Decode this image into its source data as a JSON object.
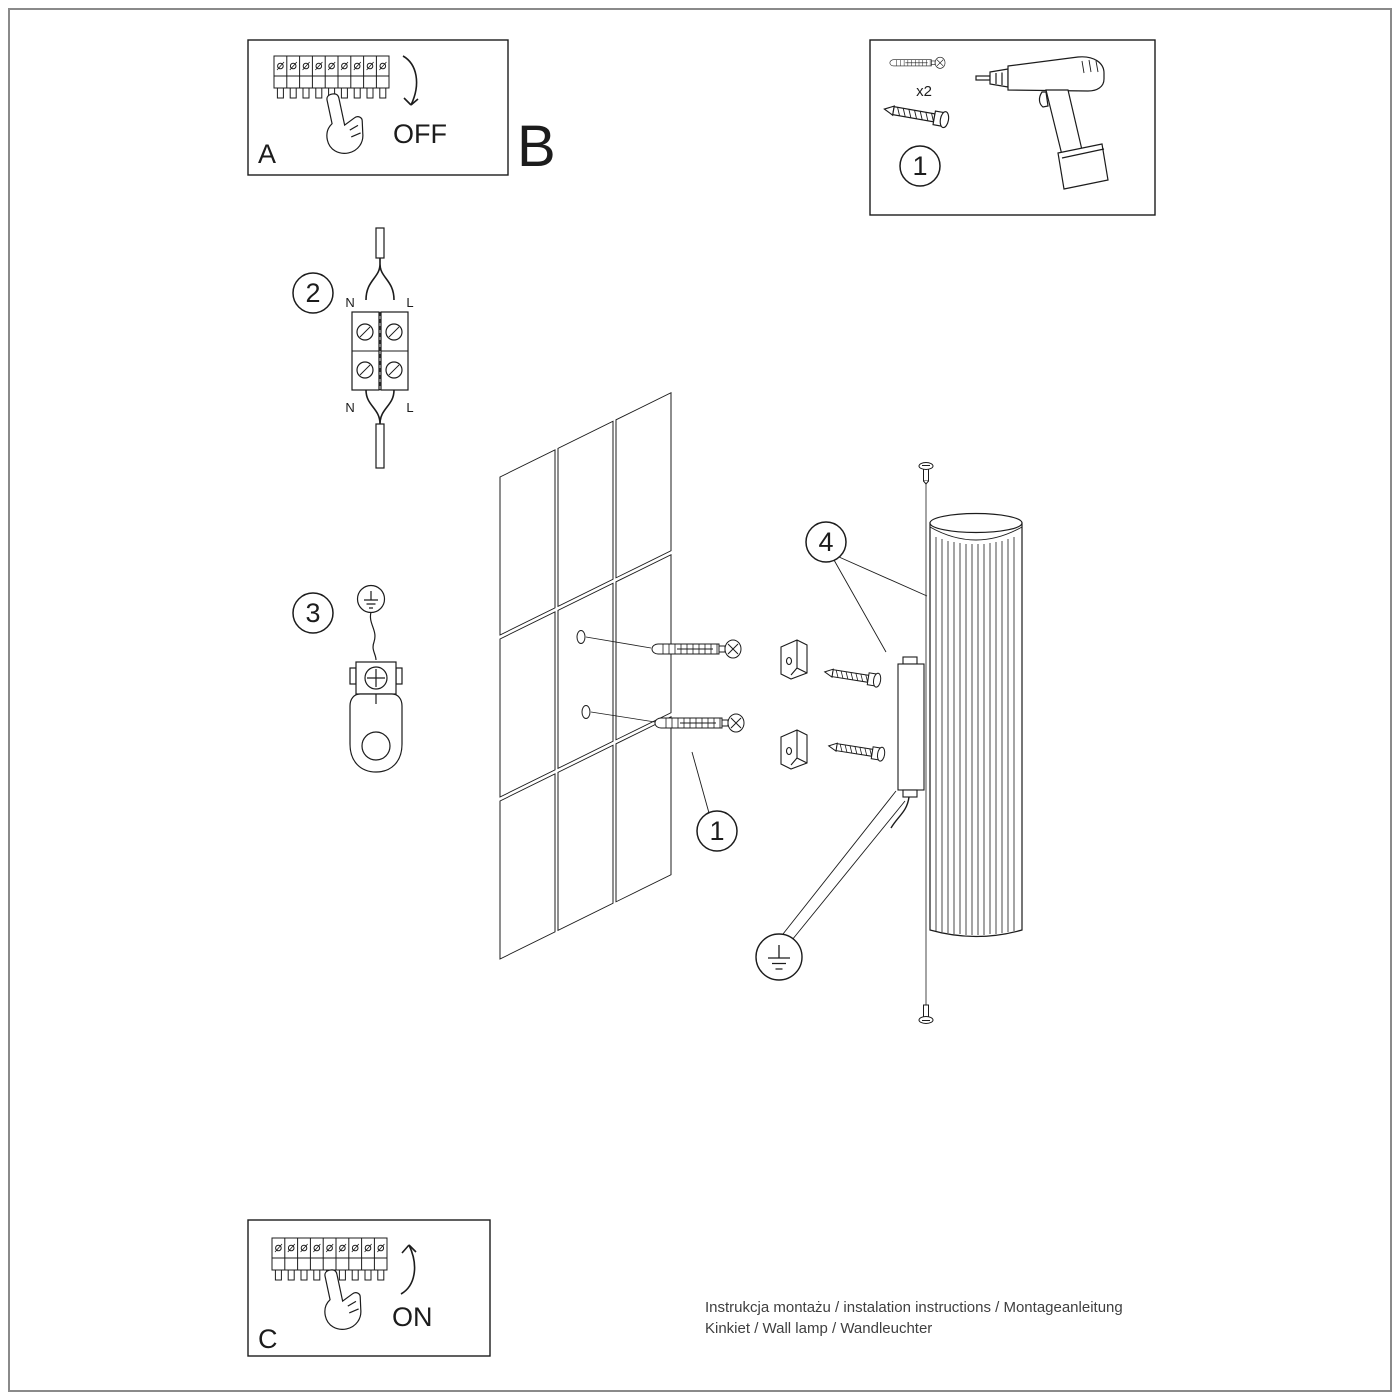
{
  "doc": {
    "section_labels": {
      "a": "A",
      "b": "B",
      "c": "C"
    },
    "switch": {
      "off": "OFF",
      "on": "ON"
    },
    "steps": {
      "s1": "1",
      "s2": "2",
      "s3": "3",
      "s4": "4"
    },
    "wiring": {
      "n_top": "N",
      "l_top": "L",
      "n_bottom": "N",
      "l_bottom": "L"
    },
    "parts": {
      "anchor_qty": "x2"
    },
    "footer": {
      "line1": "Instrukcja montażu / instalation instructions / Montageanleitung",
      "line2": "Kinkiet / Wall lamp / Wandleuchter"
    },
    "colors": {
      "ink": "#1c1c1c",
      "border": "#8a8a8a"
    }
  }
}
